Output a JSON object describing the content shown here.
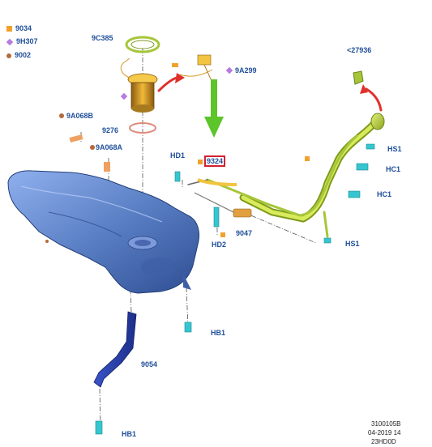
{
  "legend": [
    {
      "symbol": "square",
      "color": "#f2a12c",
      "code": "9034"
    },
    {
      "symbol": "diamond",
      "color": "#b77be0",
      "code": "9H307"
    },
    {
      "symbol": "dot",
      "color": "#b56a3a",
      "code": "9002"
    }
  ],
  "callouts": {
    "9C385": "9C385",
    "9A299": "9A299",
    "27936": "<27936",
    "9A068B": "9A068B",
    "9276": "9276",
    "9A068A": "9A068A",
    "HD1": "HD1",
    "9324": "9324",
    "HS1_top": "HS1",
    "HC1_top": "HC1",
    "HC1_mid": "HC1",
    "HD2": "HD2",
    "9047": "9047",
    "HS1_bottom": "HS1",
    "HB1_mid": "HB1",
    "9054": "9054",
    "HB1_bottom": "HB1"
  },
  "footer": {
    "line1": "3100105B",
    "line2": "04-2019 14",
    "line3": "23HD0D"
  },
  "colors": {
    "label": "#1f4f9a",
    "tank": "#5a7fc4",
    "filler_pipe": "#b6d334",
    "clip_cyan": "#35c6d0",
    "arrow_red": "#e0302a",
    "arrow_green": "#5cc52a",
    "highlight_box": "#d32030"
  }
}
